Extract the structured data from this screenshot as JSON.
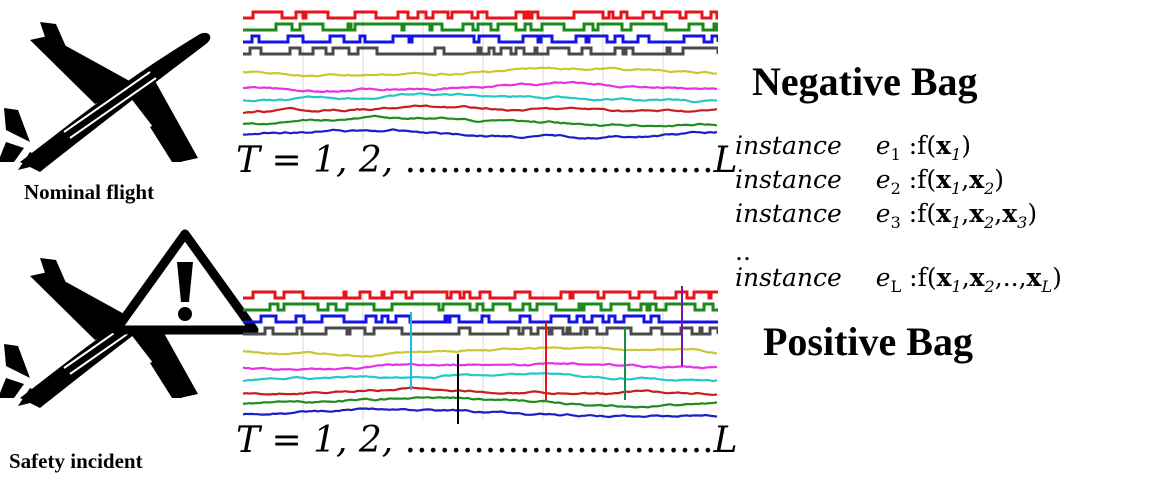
{
  "colors": {
    "red": "#e8141c",
    "green": "#1b8a1b",
    "blue": "#1414e6",
    "gray": "#4a4a4a",
    "yellow": "#c8c832",
    "magenta": "#e632e6",
    "cyan": "#23c8c8",
    "darkred": "#c81e1e",
    "darkgreen": "#1e8c1e",
    "navy": "#1e1ec8",
    "warning": "#000000"
  },
  "icons": {
    "plane_top": "airplane-icon",
    "plane_bottom": "airplane-icon",
    "warning": "warning-triangle-icon"
  },
  "captions": {
    "nominal": "Nominal flight",
    "incident": "Safety incident"
  },
  "time_axis": {
    "prefix": "T = 1, 2, ",
    "dots": "...........................",
    "end": "L"
  },
  "negative_bag": {
    "title": "Negative Bag"
  },
  "positive_bag": {
    "title": "Positive Bag"
  },
  "instances": [
    {
      "word": "instance",
      "e": "e",
      "sub": "1",
      "f": ":f(",
      "args": [
        "x1"
      ],
      "close": ")"
    },
    {
      "word": "instance",
      "e": "e",
      "sub": "2",
      "f": ":f(",
      "args": [
        "x1",
        "x2"
      ],
      "close": ")"
    },
    {
      "word": "instance",
      "e": "e",
      "sub": "3",
      "f": ":f(",
      "args": [
        "x1",
        "x2",
        "x3"
      ],
      "close": ")"
    },
    {
      "word": "..",
      "e": "",
      "sub": "",
      "f": "",
      "args": [],
      "close": ""
    },
    {
      "word": "instance",
      "e": "e",
      "sub": "L",
      "f": ":f(",
      "args": [
        "x1",
        "x2",
        "..",
        "xL"
      ],
      "close": ")"
    }
  ]
}
